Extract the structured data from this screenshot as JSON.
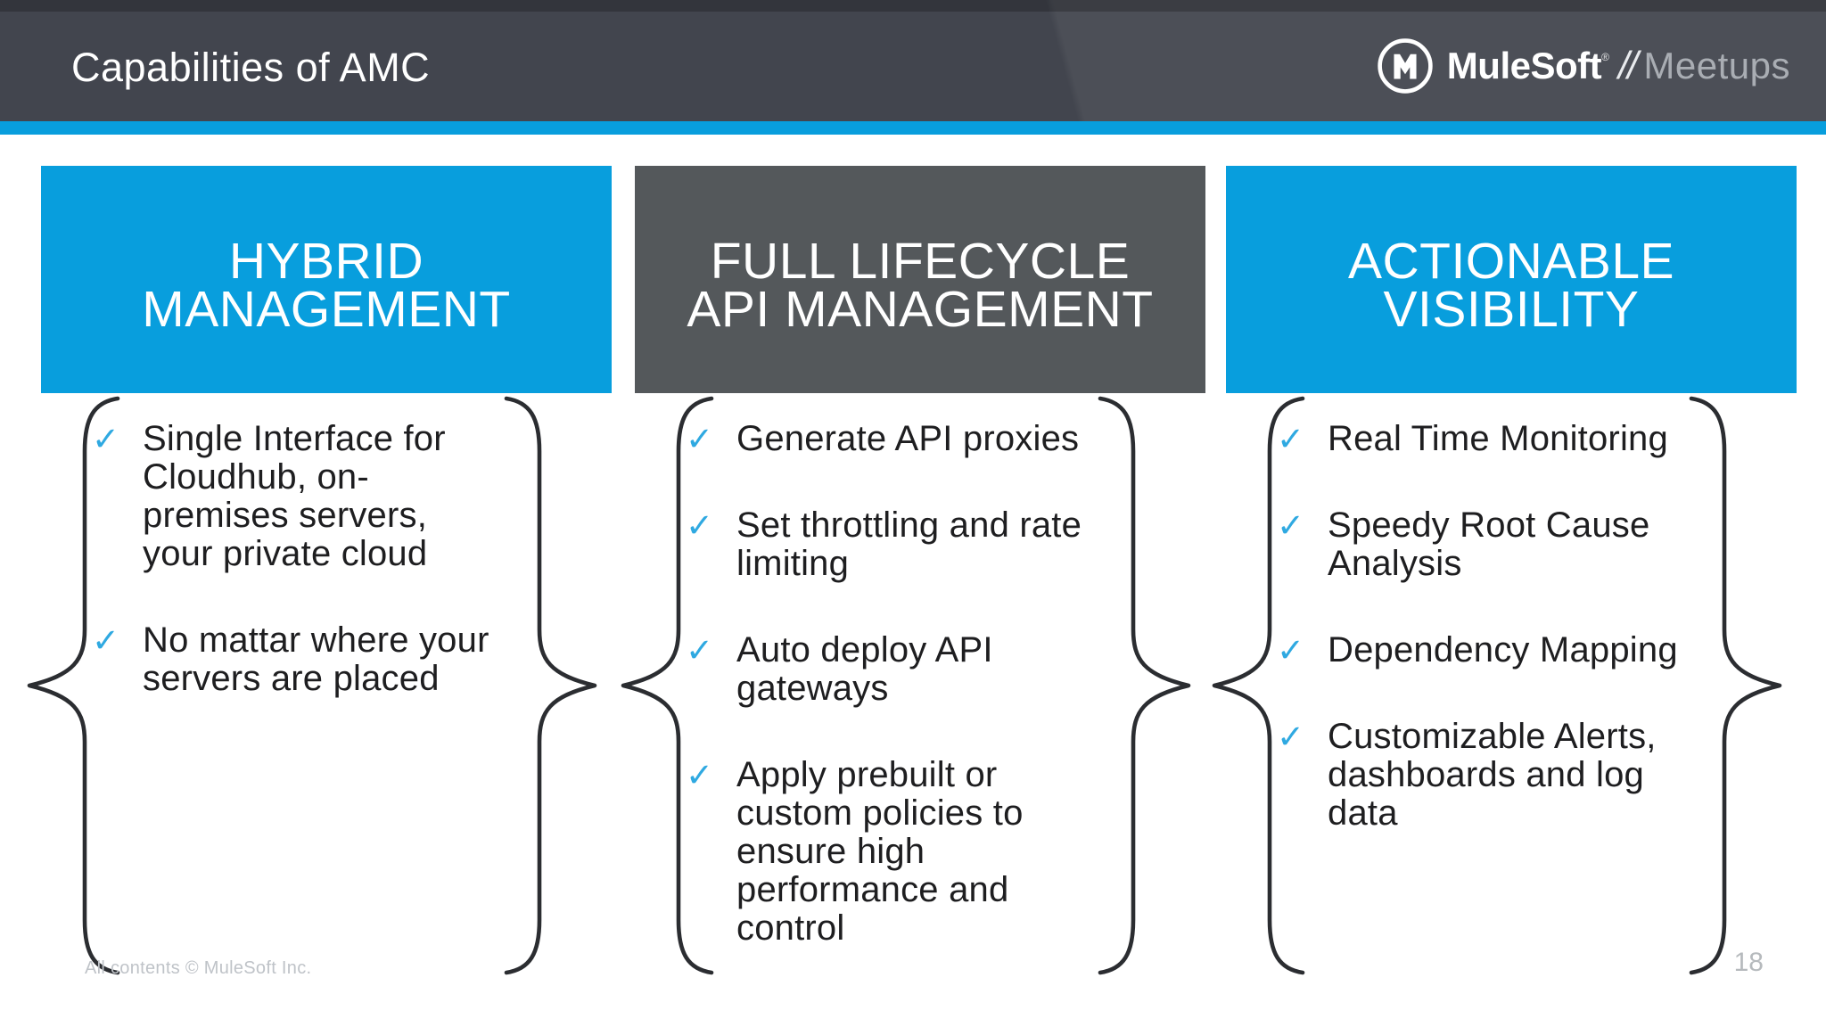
{
  "slide": {
    "title": "Capabilities of AMC",
    "footer": "All contents © MuleSoft Inc.",
    "page_number": "18"
  },
  "logo": {
    "m_icon": "mulesoft-m-icon",
    "brand": "MuleSoft",
    "registered": "®",
    "separator": "//",
    "program": "Meetups"
  },
  "colors": {
    "accent_blue": "#089edd",
    "box_gray": "#54585b",
    "header_dark": "#45484f",
    "check_blue": "#2fa9e1",
    "brace_dark": "#2b2d31",
    "text_dark": "#1e1e20",
    "muted_gray": "#bfc3c8"
  },
  "check_glyph": "✓",
  "columns": [
    {
      "id": "hybrid-management",
      "header_line1": "HYBRID",
      "header_line2": "MANAGEMENT",
      "header_style": "blue",
      "items": [
        "Single Interface for Cloudhub, on-premises servers, your private cloud",
        "No mattar where your servers are placed"
      ]
    },
    {
      "id": "full-lifecycle-api-management",
      "header_line1": "FULL LIFECYCLE",
      "header_line2": "API MANAGEMENT",
      "header_style": "gray",
      "items": [
        "Generate API proxies",
        "Set throttling and rate limiting",
        "Auto deploy API gateways",
        "Apply prebuilt or custom policies to ensure high performance and control"
      ]
    },
    {
      "id": "actionable-visibility",
      "header_line1": "ACTIONABLE",
      "header_line2": "VISIBILITY",
      "header_style": "blue",
      "items": [
        "Real Time Monitoring",
        "Speedy Root Cause Analysis",
        "Dependency Mapping",
        "Customizable Alerts, dashboards and log data"
      ]
    }
  ]
}
